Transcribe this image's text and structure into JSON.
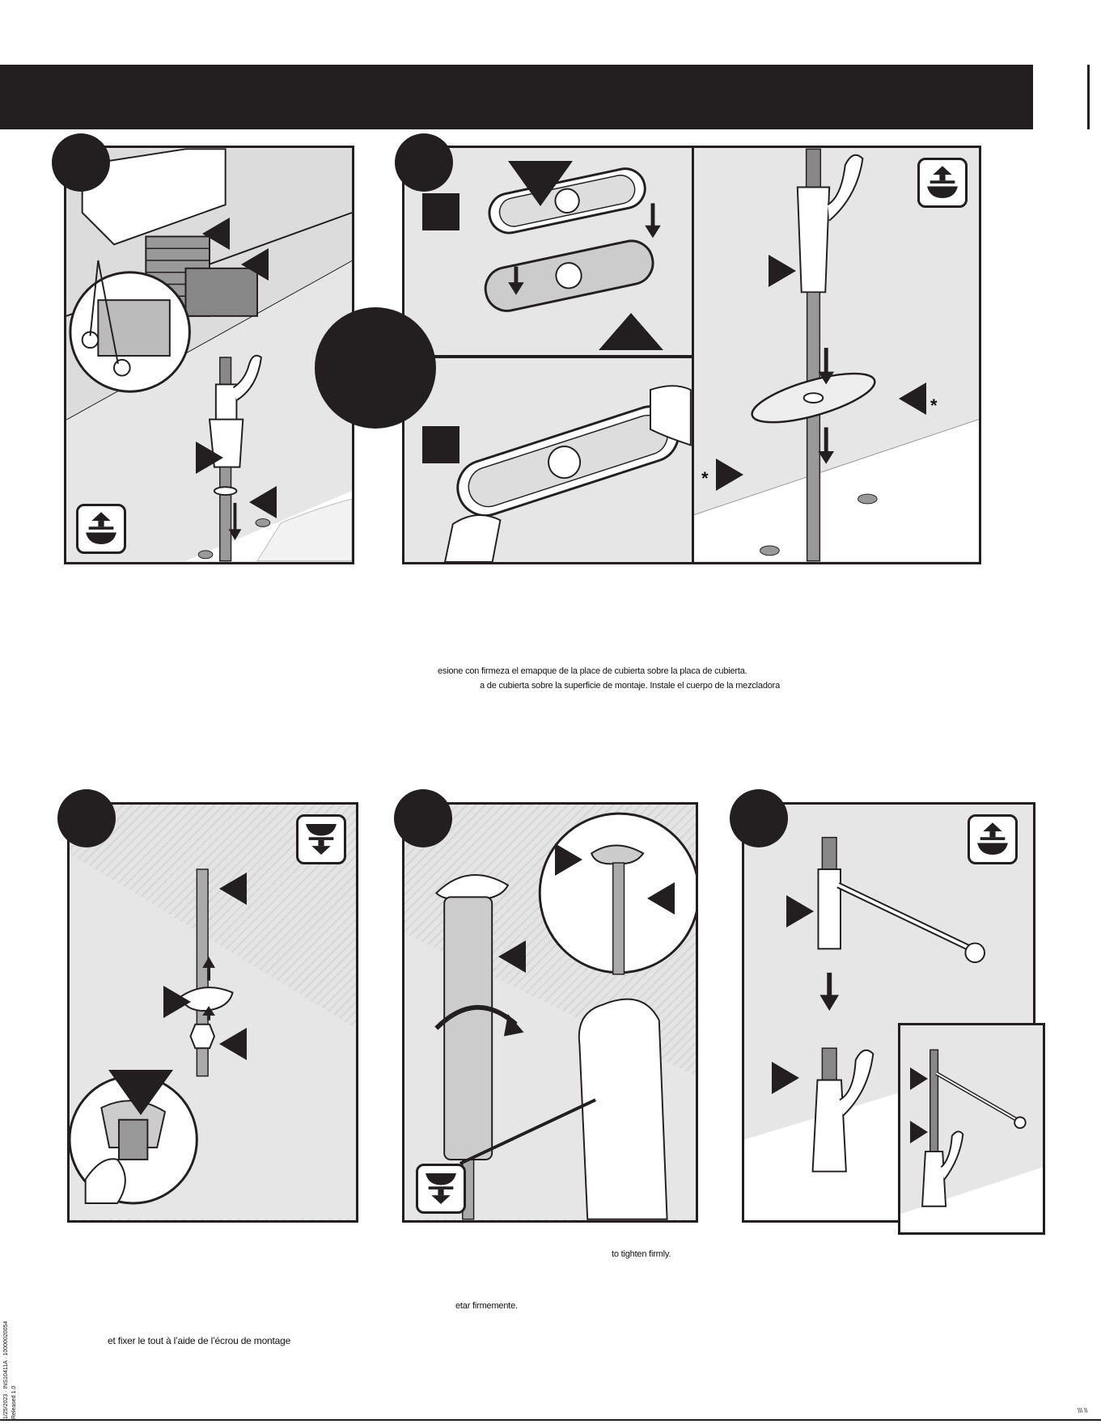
{
  "captions": {
    "step2_line1": "esione con firmeza el emapque de la place de cubierta sobre la placa de cubierta.",
    "step2_line2": "a de cubierta sobre la superficie de montaje. Instale el cuerpo de la mezcladora",
    "step4_en": "to tighten firmly.",
    "step4_es": "etar firmemente.",
    "step3_fr": "et fixer le tout à l’aide de l’écrou de montage"
  },
  "doc_code": "1/25/2023 · INS10411A · 10000020054",
  "revision": "Released 1.0",
  "page_marker": "\\\\\\ \\\\",
  "icons": {
    "above_deck": "above-deck-icon",
    "below_deck": "below-deck-icon"
  }
}
